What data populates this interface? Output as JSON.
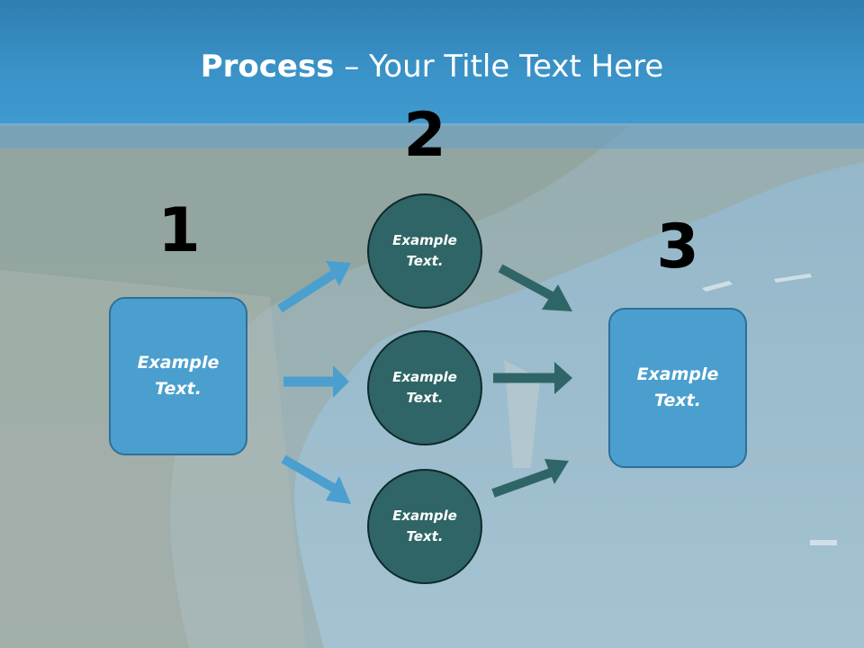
{
  "title": {
    "bold": "Process",
    "rest": " – Your Title Text Here"
  },
  "steps": [
    {
      "number": "1",
      "text": "Example Text."
    },
    {
      "number": "2"
    },
    {
      "number": "3",
      "text": "Example Text."
    }
  ],
  "circles": [
    {
      "text": "Example Text."
    },
    {
      "text": "Example Text."
    },
    {
      "text": "Example Text."
    }
  ],
  "colors": {
    "title_bar": "#3a93c8",
    "box": "#4a9fcf",
    "circle": "#2f6566",
    "arrow_blue": "#4a9fcf",
    "arrow_teal": "#2f6566"
  }
}
